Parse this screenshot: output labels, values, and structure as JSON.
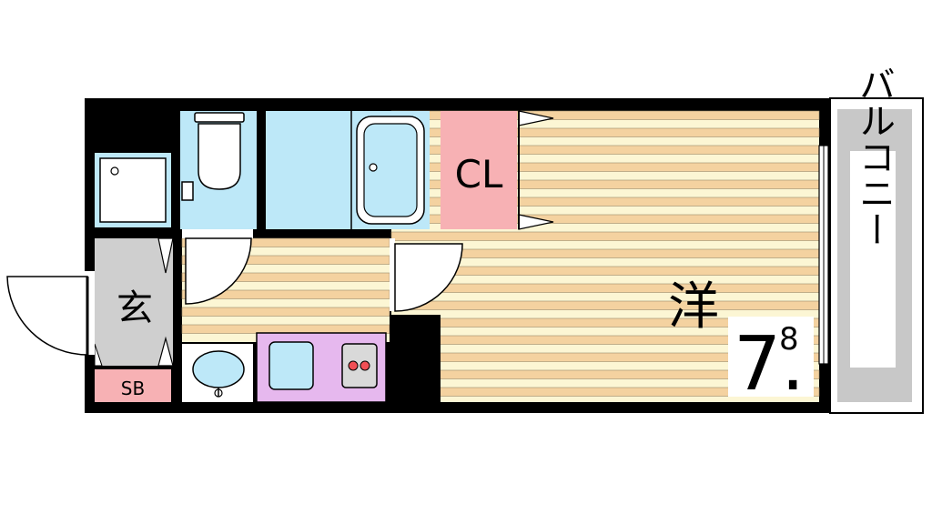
{
  "rooms": {
    "closet": "CL",
    "western_room_kanji": "洋",
    "western_room_size_main": "7.",
    "western_room_size_sup": "8",
    "entrance": "玄",
    "shoe_box": "SB",
    "balcony": "バルコニー"
  },
  "colors": {
    "wall": "#000000",
    "floor_stripe_a": "#f4d2a0",
    "floor_stripe_b": "#fcf6d4",
    "wet_area": "#bde8f8",
    "closet": "#f7b1b4",
    "kitchen": "#e6b8ee",
    "entrance_floor": "#cfcfcf",
    "balcony": "#c8c8c8"
  }
}
